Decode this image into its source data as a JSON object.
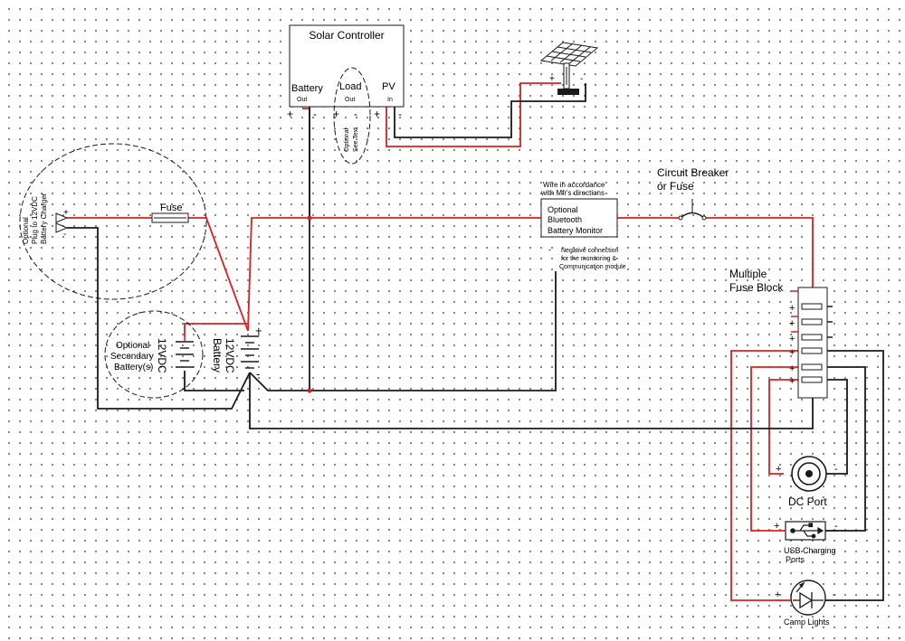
{
  "labels": {
    "solar_controller": "Solar Controller",
    "battery_terminal": "Battery",
    "out": "Out",
    "load_terminal": "Load",
    "pv_terminal": "PV",
    "pv_in": "In",
    "plus": "+",
    "minus": "-",
    "optional_see_text_1": "Optional",
    "optional_see_text_2": "See Text",
    "charger_1": "Optional",
    "charger_2": "Plug to 12VDC",
    "charger_3": "Battery Charger",
    "fuse": "Fuse",
    "wire_note_1": "Wire in accordance",
    "wire_note_2": "with Mfr's directions",
    "monitor_1": "Optional",
    "monitor_2": "Bluetooth",
    "monitor_3": "Battery Monitor",
    "neg_note_1": "Negative connection",
    "neg_note_2": "for the monitoring &",
    "neg_note_3": "Communication module",
    "breaker_1": "Circuit Breaker",
    "breaker_2": "or Fuse",
    "fuse_block_1": "Multiple",
    "fuse_block_2": "Fuse Block",
    "secondary_1": "Optional",
    "secondary_2": "Secondary",
    "secondary_3": "Battery(s)",
    "secondary_volt": "12VDC",
    "main_volt": "12VDC",
    "main_battery": "Battery",
    "dc_port": "DC Port",
    "usb_1": "USB Charging",
    "usb_2": "Ports",
    "camp_lights": "Camp Lights"
  },
  "colors": {
    "positive_wire": "#e01e1e",
    "negative_wire": "#1a1a1a",
    "background": "#ffffff",
    "grid_dots": "#5a5a5a"
  }
}
